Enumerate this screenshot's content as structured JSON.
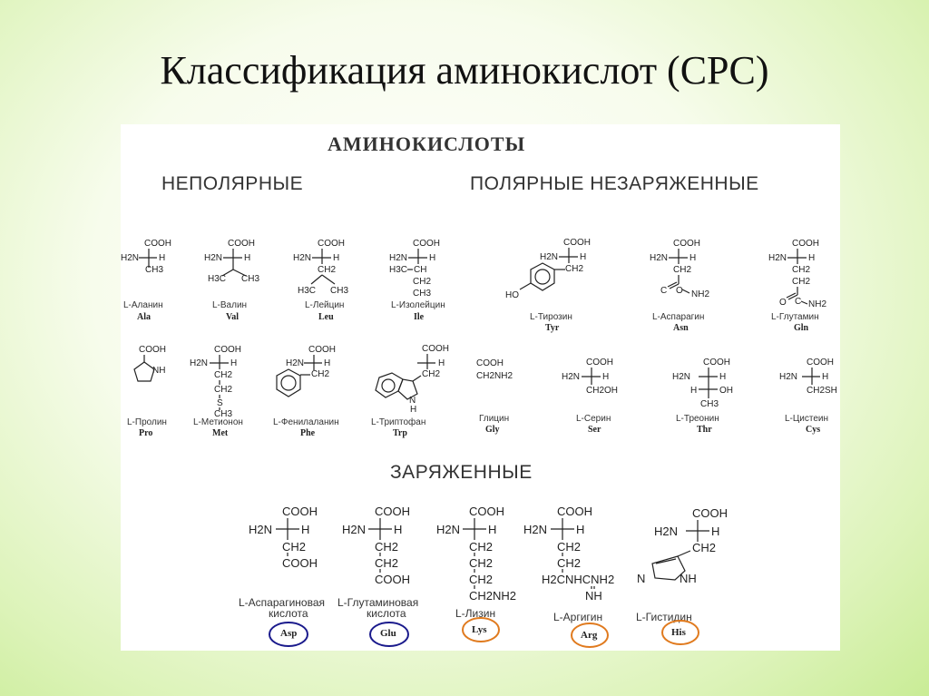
{
  "slide_title": "Классификация аминокислот (CPC)",
  "main_header": "АМИНОКИСЛОТЫ",
  "groups": {
    "nonpolar": "НЕПОЛЯРНЫЕ",
    "polar_uncharged": "ПОЛЯРНЫЕ НЕЗАРЯЖЕННЫЕ",
    "charged": "ЗАРЯЖЕННЫЕ"
  },
  "amino_acids": {
    "ala": {
      "name": "L-Аланин",
      "abbr": "Ala",
      "side": [
        "CH3"
      ]
    },
    "val": {
      "name": "L-Валин",
      "abbr": "Val",
      "side": [
        "H3C",
        "CH3"
      ]
    },
    "leu": {
      "name": "L-Лейцин",
      "abbr": "Leu",
      "side": [
        "CH2",
        "H3C",
        "CH3"
      ]
    },
    "ile": {
      "name": "L-Изолейцин",
      "abbr": "Ile",
      "side": [
        "H3C",
        "CH",
        "CH2",
        "CH3"
      ]
    },
    "tyr": {
      "name": "L-Тирозин",
      "abbr": "Tyr",
      "side": [
        "CH2",
        "HO"
      ]
    },
    "asn": {
      "name": "L-Аспарагин",
      "abbr": "Asn",
      "side": [
        "CH2",
        "C",
        "O",
        "NH2"
      ]
    },
    "gln": {
      "name": "L-Глутамин",
      "abbr": "Gln",
      "side": [
        "CH2",
        "CH2",
        "C",
        "O",
        "NH2"
      ]
    },
    "pro": {
      "name": "L-Пролин",
      "abbr": "Pro",
      "side": [
        "NH"
      ]
    },
    "met": {
      "name": "L-Метионон",
      "abbr": "Met",
      "side": [
        "CH2",
        "CH2",
        "S",
        "CH3"
      ]
    },
    "phe": {
      "name": "L-Фенилаланин",
      "abbr": "Phe",
      "side": [
        "CH2"
      ]
    },
    "trp": {
      "name": "L-Триптофан",
      "abbr": "Trp",
      "side": [
        "CH2",
        "N",
        "H"
      ]
    },
    "gly": {
      "name": "Глицин",
      "abbr": "Gly",
      "side": [
        "COOH",
        "CH2NH2"
      ]
    },
    "ser": {
      "name": "L-Серин",
      "abbr": "Ser",
      "side": [
        "CH2OH"
      ]
    },
    "thr": {
      "name": "L-Треонин",
      "abbr": "Thr",
      "side": [
        "H",
        "OH",
        "CH3"
      ]
    },
    "cys": {
      "name": "L-Цистеин",
      "abbr": "Cys",
      "side": [
        "CH2SH"
      ]
    },
    "asp": {
      "name": "L-Аспарагиновая кислота",
      "name_lines": [
        "L-Аспарагиновая",
        "кислота"
      ],
      "abbr": "Asp",
      "side": [
        "CH2",
        "COOH"
      ]
    },
    "glu": {
      "name": "L-Глутаминовая кислота",
      "name_lines": [
        "L-Глутаминовая",
        "кислота"
      ],
      "abbr": "Glu",
      "side": [
        "CH2",
        "CH2",
        "COOH"
      ]
    },
    "lys": {
      "name": "L-Лизин",
      "abbr": "Lys",
      "side": [
        "CH2",
        "CH2",
        "CH2",
        "CH2NH2"
      ]
    },
    "arg": {
      "name": "L-Аргигин",
      "abbr": "Arg",
      "side": [
        "CH2",
        "CH2",
        "H2CNHCNH2",
        "NH"
      ]
    },
    "his": {
      "name": "L-Гистидин",
      "abbr": "His",
      "side": [
        "CH2",
        "N",
        "NH"
      ]
    }
  },
  "formula": {
    "cooh": "COOH",
    "h2n": "H2N",
    "h": "H"
  },
  "colors": {
    "acidic_ring": "#1a1a8c",
    "basic_ring": "#e07a1e",
    "panel": "#ffffff"
  }
}
